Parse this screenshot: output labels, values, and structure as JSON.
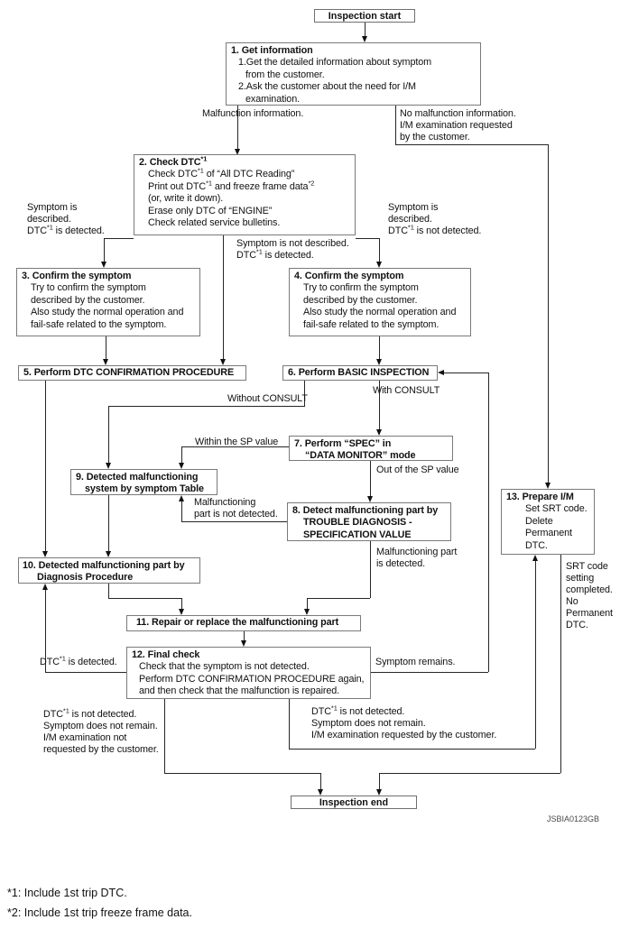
{
  "terminals": {
    "start": "Inspection start",
    "end": "Inspection end"
  },
  "nodes": {
    "n1": {
      "title": "1. Get information",
      "lines": [
        "1.Get the detailed information about symptom",
        "from the customer.",
        "2.Ask the customer about the need for I/M",
        "examination."
      ]
    },
    "n2": {
      "title": "2. Check DTC*1",
      "lines": [
        "Check DTC*1 of “All DTC Reading”",
        "Print out DTC*1 and freeze frame data*2",
        "(or, write it down).",
        "Erase only DTC of “ENGINE”",
        "Check related service bulletins."
      ]
    },
    "n3": {
      "title": "3. Confirm the symptom",
      "lines": [
        "Try to confirm the symptom",
        "described by the customer.",
        "Also study the normal operation and",
        "fail-safe related to the symptom."
      ]
    },
    "n4": {
      "title": "4. Confirm the symptom",
      "lines": [
        "Try to confirm the symptom",
        "described by the customer.",
        "Also study the normal operation and",
        "fail-safe related to the symptom."
      ]
    },
    "n5": {
      "title": "5. Perform DTC CONFIRMATION PROCEDURE"
    },
    "n6": {
      "title": "6. Perform BASIC INSPECTION"
    },
    "n7": {
      "title": "7. Perform “SPEC” in",
      "lines": [
        "“DATA MONITOR” mode"
      ]
    },
    "n8": {
      "title": "8. Detect malfunctioning part by",
      "lines": [
        "TROUBLE DIAGNOSIS -",
        "SPECIFICATION VALUE"
      ]
    },
    "n9": {
      "title": "9. Detected malfunctioning",
      "lines": [
        "system by symptom Table"
      ]
    },
    "n10": {
      "title": "10. Detected malfunctioning part by",
      "lines": [
        "Diagnosis Procedure"
      ]
    },
    "n11": {
      "title": "11. Repair or replace the malfunctioning part"
    },
    "n12": {
      "title": "12. Final check",
      "lines": [
        "Check that the symptom is not detected.",
        "Perform DTC CONFIRMATION PROCEDURE again,",
        "and then check that the malfunction is repaired."
      ]
    },
    "n13": {
      "title": "13. Prepare I/M",
      "lines": [
        "Set SRT code.",
        "Delete",
        "Permanent",
        "DTC."
      ]
    }
  },
  "labels": {
    "malfunction_info": [
      "Malfunction information."
    ],
    "no_malfunction": [
      "No malfunction information.",
      "I/M examination requested",
      "by the customer."
    ],
    "symptom_described_dtc": [
      "Symptom is",
      "described.",
      "DTC*1 is detected."
    ],
    "symptom_not_described": [
      "Symptom is not described.",
      "DTC*1 is detected."
    ],
    "symptom_described_no_dtc": [
      "Symptom is",
      "described.",
      "DTC*1 is not detected."
    ],
    "without_consult": [
      "Without CONSULT"
    ],
    "with_consult": [
      "With CONSULT"
    ],
    "within_sp": [
      "Within the SP value"
    ],
    "out_sp": [
      "Out of the SP value"
    ],
    "part_not_detected": [
      "Malfunctioning",
      "part is not detected."
    ],
    "part_detected": [
      "Malfunctioning part",
      "is detected."
    ],
    "dtc_detected": [
      "DTC*1 is detected."
    ],
    "symptom_remains": [
      "Symptom remains."
    ],
    "dtc_nd_not_requested": [
      "DTC*1 is not detected.",
      "Symptom does not remain.",
      "I/M examination not",
      "requested by the customer."
    ],
    "dtc_nd_requested": [
      "DTC*1 is not detected.",
      "Symptom does not remain.",
      "I/M examination requested by the customer."
    ],
    "srt_code": [
      "SRT code",
      "setting",
      "completed.",
      "No",
      "Permanent",
      "DTC."
    ]
  },
  "figure_code": "JSBIA0123GB",
  "footnotes": [
    "*1: Include 1st trip DTC.",
    "*2: Include 1st trip freeze frame data."
  ]
}
